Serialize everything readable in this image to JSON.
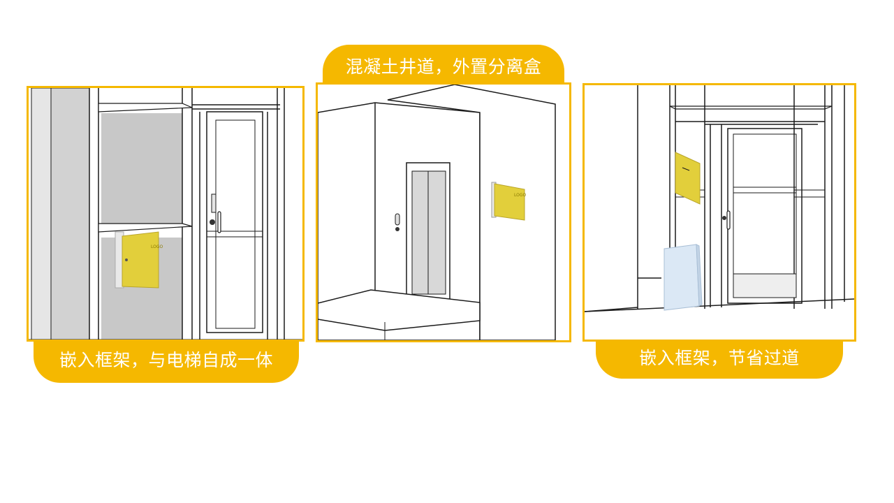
{
  "slide": {
    "panels": [
      {
        "caption": "嵌入框架，与电梯自成一体",
        "box_logo": "LOGO"
      },
      {
        "caption": "混凝土井道，外置分离盒",
        "box_logo": "LOGO"
      },
      {
        "caption": "嵌入框架，节省过道",
        "box_logo": ""
      }
    ],
    "colors": {
      "accent": "#f5b800",
      "device_yellow": "#e2cf3b",
      "wall_gray": "#cfcfcf",
      "glass_blue": "#dbe8f5"
    }
  }
}
